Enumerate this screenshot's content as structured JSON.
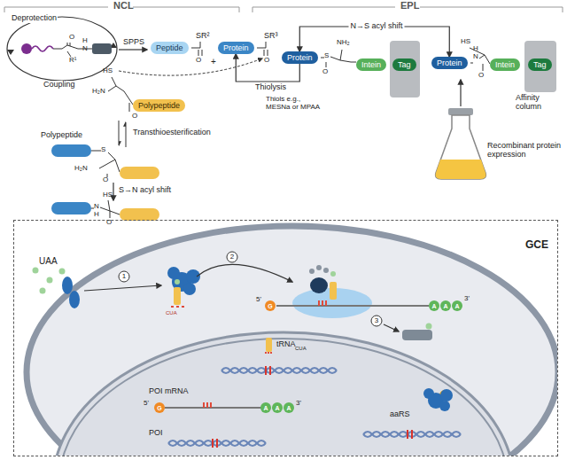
{
  "diagram": {
    "nodes": [
      {
        "text": [
          "Peptide"
        ]
      },
      {
        "text": [
          "Protein"
        ]
      },
      {
        "text": [
          "Polypeptide"
        ]
      },
      {
        "text": [
          "Protein"
        ]
      },
      {
        "text": [
          "Intein"
        ]
      },
      {
        "text": [
          "Tag"
        ]
      },
      {
        "text": [
          "Protein"
        ]
      },
      {
        "text": [
          "Intein"
        ]
      },
      {
        "text": [
          "Tag"
        ]
      },
      {
        "text": [
          "GCE"
        ]
      }
    ],
    "edges": [
      {
        "from": 3,
        "to": 1,
        "arrow": "to",
        "label": "Thiolysis"
      },
      {
        "from": 6,
        "to": 3,
        "arrow": "both",
        "label": "N→S acyl shift"
      }
    ],
    "labels": [
      "NCL",
      "EPL",
      "Deprotection",
      "Coupling",
      "O",
      "H",
      "N",
      "R¹",
      "SPPS",
      "SR²",
      "O",
      "SR³",
      "O",
      "+",
      "HS",
      "H₂N",
      "O",
      "Thiols e.g., MESNa or MPAA",
      "Transthioesterification",
      "Polypeptide",
      "S",
      "H₂N",
      "O",
      "S→N acyl shift",
      "HS",
      "N",
      "H",
      "O",
      "S",
      "NH₂",
      "O",
      "HS",
      "H",
      "N",
      "O",
      "Affinity column",
      "Recombinant protein expression",
      "UAA",
      "1",
      "2",
      "3",
      "CUA",
      "5'",
      "G",
      "A",
      "A",
      "A",
      "3'",
      "tRNA",
      "CUA",
      "POI mRNA",
      "5'",
      "G",
      "A",
      "A",
      "A",
      "3'",
      "POI",
      "aaRS"
    ]
  }
}
